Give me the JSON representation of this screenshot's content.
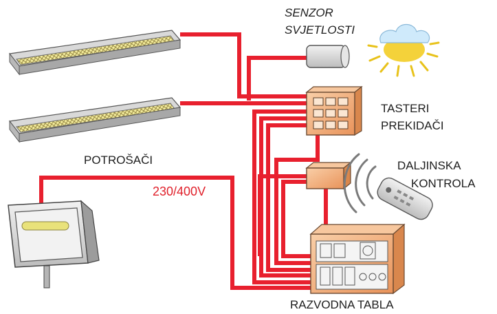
{
  "labels": {
    "sensor_line1": "SENZOR",
    "sensor_line2": "SVJETLOSTI",
    "buttons_line1": "TASTERI",
    "buttons_line2": "PREKIDAČI",
    "consumers": "POTROŠAČI",
    "remote_line1": "DALJINSKA",
    "remote_line2": "KONTROLA",
    "voltage": "230/400V",
    "panel": "RAZVODNA TABLA"
  },
  "colors": {
    "wire": "#e8202e",
    "device_fill": "#f4b98c",
    "device_stroke": "#6b4a32",
    "lamp_fill": "#e9e27a"
  },
  "icons": [
    "fluorescent-lamp-icon",
    "light-sensor-icon",
    "sun-cloud-icon",
    "switch-panel-icon",
    "receiver-icon",
    "remote-control-icon",
    "floodlight-icon",
    "distribution-board-icon"
  ]
}
